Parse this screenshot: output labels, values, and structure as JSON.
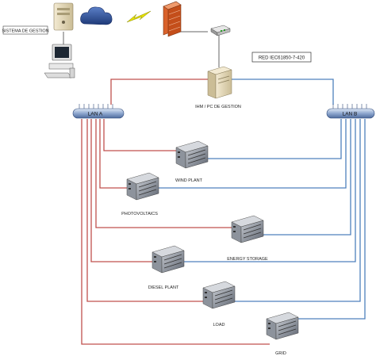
{
  "labels": {
    "sistema": "SISTEMA DE GESTION",
    "red": "RED IEC61850-7-420",
    "ihm": "IHM / PC DE GESTION",
    "lan_a": "LAN A",
    "lan_b": "LAN B"
  },
  "devices": [
    {
      "id": "wind",
      "label": "WIND PLANT"
    },
    {
      "id": "pv",
      "label": "PHOTOVOLTAICS"
    },
    {
      "id": "storage",
      "label": "ENERGY STORAGE"
    },
    {
      "id": "diesel",
      "label": "DIESEL PLANT"
    },
    {
      "id": "load",
      "label": "LOAD"
    },
    {
      "id": "grid",
      "label": "GRID"
    }
  ],
  "colors": {
    "lan_a_line": "#c0504d",
    "lan_b_line": "#4f81bd",
    "bus_fill": "#9fb4d8",
    "firewall": "#d9622b"
  },
  "icons": [
    "server-icon",
    "cloud-icon",
    "lightning-icon",
    "firewall-icon",
    "switch-icon",
    "computer-icon",
    "rack-server-icon"
  ]
}
